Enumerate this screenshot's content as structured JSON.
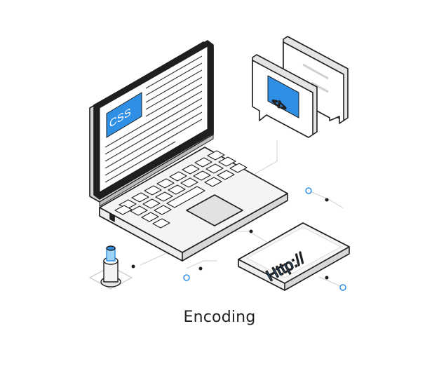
{
  "illustration": {
    "caption": "Encoding",
    "screen_badge": "CSS",
    "chat_icon": "</>",
    "device_label": "Http://"
  },
  "colors": {
    "outline": "#1f1f1f",
    "accent_blue": "#2f8fe4",
    "light_gray": "#e9e9e9",
    "mid_gray": "#d2d2d2",
    "screen_lines": "#3a3a3a"
  },
  "icons": [
    "laptop-icon",
    "code-chat-bubble-icon",
    "message-bubble-icon",
    "http-device-icon",
    "usb-stick-icon",
    "connection-node-icon"
  ]
}
